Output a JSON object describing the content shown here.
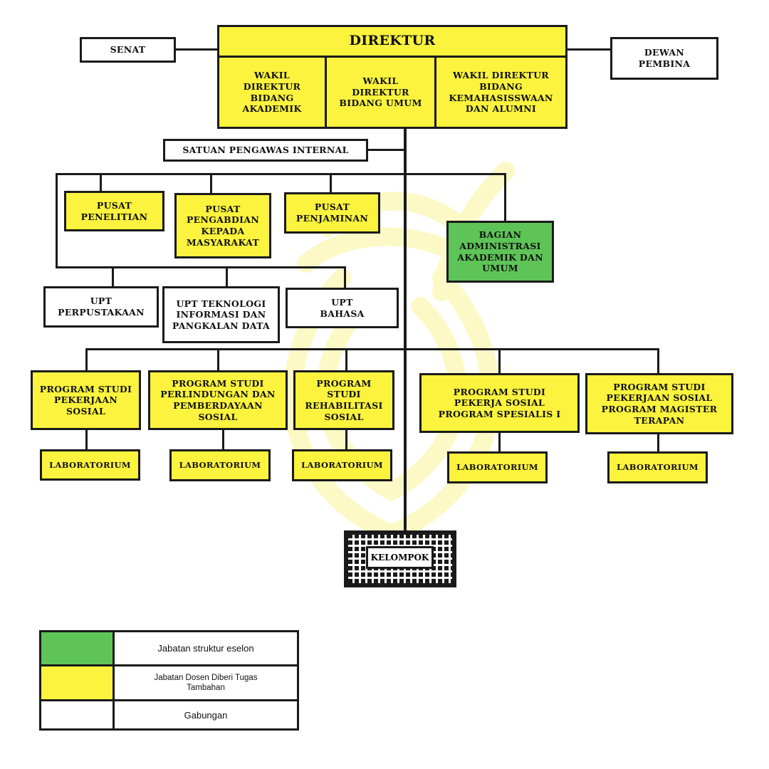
{
  "nodes": {
    "senat": "SENAT",
    "direktur": "DIREKTUR",
    "dewan_pembina": "DEWAN\nPEMBINA",
    "wakil_akademik": "WAKIL\nDIREKTUR\nBIDANG\nAKADEMIK",
    "wakil_umum": "WAKIL\nDIREKTUR\nBIDANG UMUM",
    "wakil_kemahasiswaan": "WAKIL DIREKTUR\nBIDANG\nKEMAHASISSWAAN\nDAN ALUMNI",
    "spi": "SATUAN PENGAWAS INTERNAL",
    "pusat_penelitian": "PUSAT\nPENELITIAN",
    "pusat_pengabdian": "PUSAT\nPENGABDIAN\nKEPADA\nMASYARAKAT",
    "pusat_penjaminan": "PUSAT\nPENJAMINAN",
    "bagian_administrasi": "BAGIAN\nADMINISTRASI\nAKADEMIK DAN\nUMUM",
    "upt_perpustakaan": "UPT\nPERPUSTAKAAN",
    "upt_ti": "UPT TEKNOLOGI\nINFORMASI DAN\nPANGKALAN DATA",
    "upt_bahasa": "UPT\nBAHASA",
    "prodi_pekerjaan_sosial": "PROGRAM STUDI\nPEKERJAAN\nSOSIAL",
    "prodi_perlindungan": "PROGRAM STUDI\nPERLINDUNGAN DAN\nPEMBERDAYAAN SOSIAL",
    "prodi_rehabilitasi": "PROGRAM STUDI\nREHABILITASI\nSOSIAL",
    "prodi_spesialis": "PROGRAM STUDI\nPEKERJA SOSIAL\nPROGRAM SPESIALIS I",
    "prodi_magister": "PROGRAM STUDI\nPEKERJAAN SOSIAL\nPROGRAM MAGISTER\nTERAPAN",
    "laboratorium": "LABORATORIUM",
    "kelompok": "KELOMPOK"
  },
  "legend": [
    {
      "label": "Jabatan  struktur eselon",
      "color": "#5ec457"
    },
    {
      "label": "Jabatan Dosen Diberi Tugas\nTambahan",
      "color": "#fbf33d"
    },
    {
      "label": "Gabungan",
      "color": "#ffffff"
    }
  ],
  "colors": {
    "yellow": "#fbf33d",
    "green": "#5ec457",
    "white": "#ffffff",
    "line": "#1a1a1a"
  }
}
